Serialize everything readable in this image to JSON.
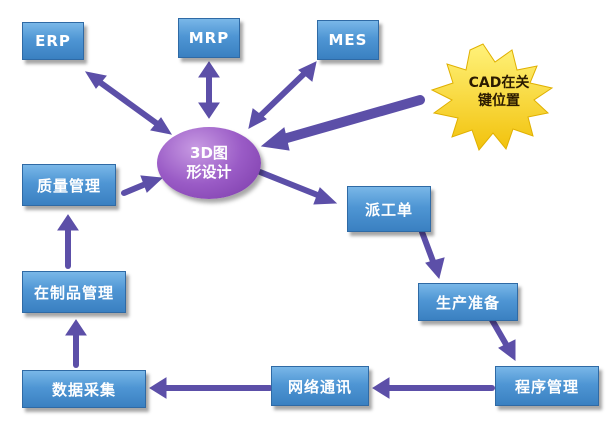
{
  "top_systems": {
    "erp": "ERP",
    "mrp": "MRP",
    "mes": "MES"
  },
  "center": {
    "line1": "3D图",
    "line2": "形设计"
  },
  "cad_burst": {
    "line1": "CAD在关",
    "line2": "键位置"
  },
  "flow": {
    "dispatch": "派工单",
    "production_prep": "生产准备",
    "program_mgmt": "程序管理",
    "network_comm": "网络通讯",
    "data_collect": "数据采集",
    "wip_mgmt": "在制品管理",
    "quality_mgmt": "质量管理"
  },
  "colors": {
    "box": "#4f96d4",
    "center": "#9a5bc6",
    "arrow": "#5c4fa8",
    "burst": "#f6d419"
  }
}
